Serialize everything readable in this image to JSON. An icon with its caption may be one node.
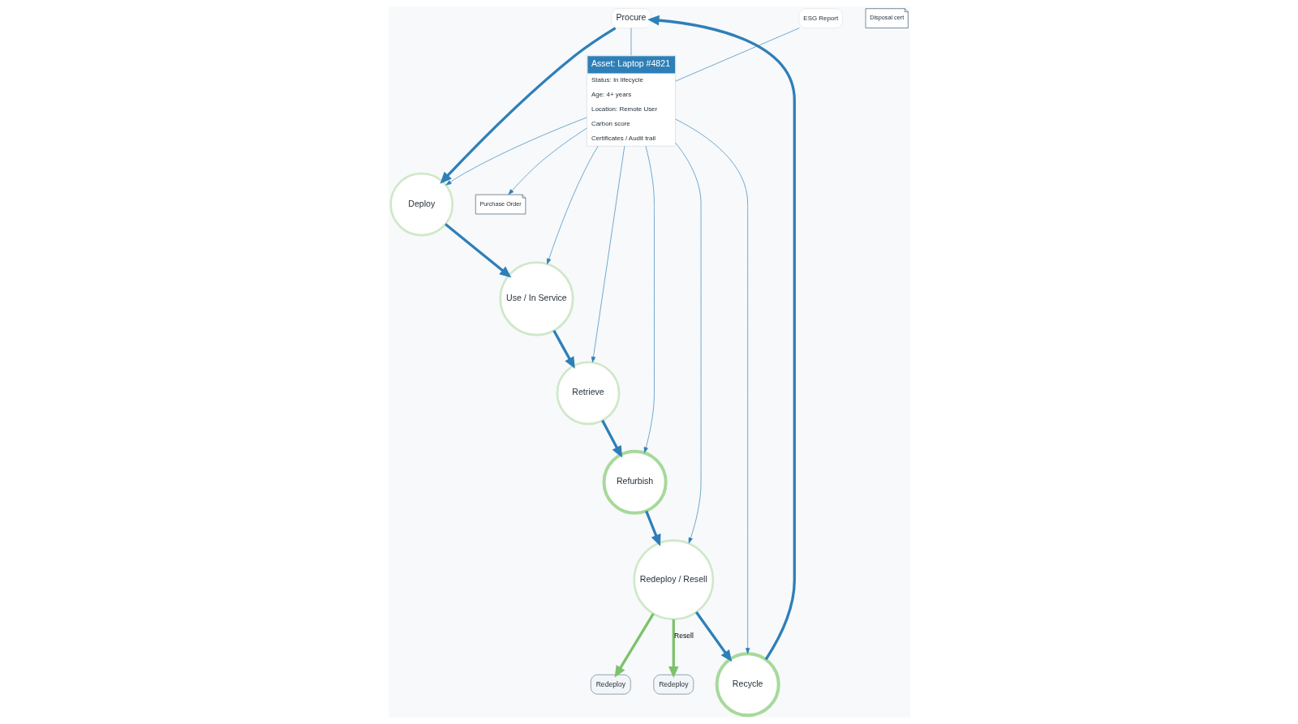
{
  "diagram": {
    "nodes": [
      {
        "text": [
          "Procure"
        ]
      },
      {
        "text": [
          "Purchase Order"
        ]
      },
      {
        "text": [
          "Deploy"
        ]
      },
      {
        "text": [
          "Use / In Service"
        ]
      },
      {
        "text": [
          "Retrieve"
        ]
      },
      {
        "text": [
          "Refurbish"
        ]
      },
      {
        "text": [
          "Redeploy / Resell"
        ]
      },
      {
        "text": [
          "Redeploy"
        ]
      },
      {
        "text": [
          "Redeploy"
        ]
      },
      {
        "text": [
          "Recycle"
        ]
      },
      {
        "text": [
          "Disposal cert"
        ]
      },
      {
        "text": [
          "Asset: Laptop #4821",
          "Status: In lifecycle",
          "Age: 4+ years",
          "Location: Remote User",
          "Carbon score",
          "Certificates / Audit trail"
        ]
      },
      {
        "text": [
          "ESG Report"
        ]
      }
    ],
    "edges": [
      {
        "from": 9,
        "to": 0,
        "arrow": "to",
        "style": "thick"
      },
      {
        "from": 0,
        "to": 2,
        "arrow": "to",
        "style": "thick"
      },
      {
        "from": 2,
        "to": 3,
        "arrow": "to",
        "style": "thick"
      },
      {
        "from": 3,
        "to": 4,
        "arrow": "to",
        "style": "thick"
      },
      {
        "from": 4,
        "to": 5,
        "arrow": "to",
        "style": "thick"
      },
      {
        "from": 5,
        "to": 6,
        "arrow": "to",
        "style": "thick"
      },
      {
        "from": 6,
        "to": 9,
        "arrow": "to",
        "style": "thick"
      },
      {
        "from": 6,
        "to": 7,
        "arrow": "to",
        "style": "thick",
        "color": "#7cc26b"
      },
      {
        "from": 6,
        "to": 8,
        "arrow": "to",
        "style": "thick",
        "color": "#7cc26b",
        "label": "Resell"
      },
      {
        "from": 0,
        "to": 11,
        "arrow": "none"
      },
      {
        "from": 11,
        "to": 1,
        "arrow": "to"
      },
      {
        "from": 11,
        "to": 2,
        "arrow": "to"
      },
      {
        "from": 11,
        "to": 9,
        "arrow": "to"
      },
      {
        "from": 11,
        "to": 3,
        "arrow": "to"
      },
      {
        "from": 12,
        "to": 11,
        "arrow": "none"
      },
      {
        "from": 11,
        "to": 6,
        "arrow": "to"
      },
      {
        "from": 11,
        "to": 5,
        "arrow": "to"
      },
      {
        "from": 11,
        "to": 4,
        "arrow": "to"
      }
    ]
  }
}
